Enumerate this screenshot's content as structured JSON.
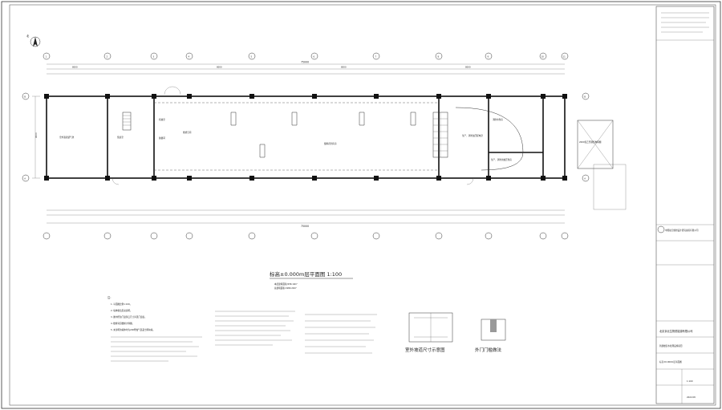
{
  "drawing": {
    "title": "标高±0.000m层平面图 1:100",
    "area_notes": [
      "本层建筑面积:958.10m²",
      "总建筑面积:1980.29m²"
    ],
    "north_label": "北",
    "overall_dimension": "75000",
    "axes_top": [
      "1",
      "2",
      "3",
      "4",
      "5",
      "6",
      "7",
      "8",
      "9",
      "10",
      "11"
    ],
    "axes_side": [
      "A",
      "B"
    ],
    "bay_dimension": "8000",
    "depth_dimension": "9000",
    "rooms": [
      "室外液氧储气池",
      "值班室",
      "机械室",
      "备餐间",
      "维修空间",
      "储料药剂库房",
      "生产、消防加压配电室",
      "生产、消防用加压泵房",
      "消防水泵房"
    ]
  },
  "detail_titles": [
    "室外坡道尺寸示意图",
    "外门门槛做法"
  ],
  "side_note": "2000宽乙型钢结构雨棚",
  "notes": {
    "header": "注：",
    "items": [
      "1. 平面图比例1:100。",
      "2. 墙体做法见总说明。",
      "3. 图中所注门窗洞口尺寸详见门窗表。",
      "4. 楼梯详见楼梯大样图。",
      "5. 未注明的墙体均为200厚加气混凝土砌块墙。"
    ]
  },
  "title_block": {
    "company": "中国航空规划设计研究总院有限公司",
    "client": "北京京北生物质能源有限公司",
    "project": "新建雄安水处理设施项目",
    "drawing_name": "标高±0.000m层平面图",
    "scale": "1:100",
    "date": "2022.08"
  }
}
